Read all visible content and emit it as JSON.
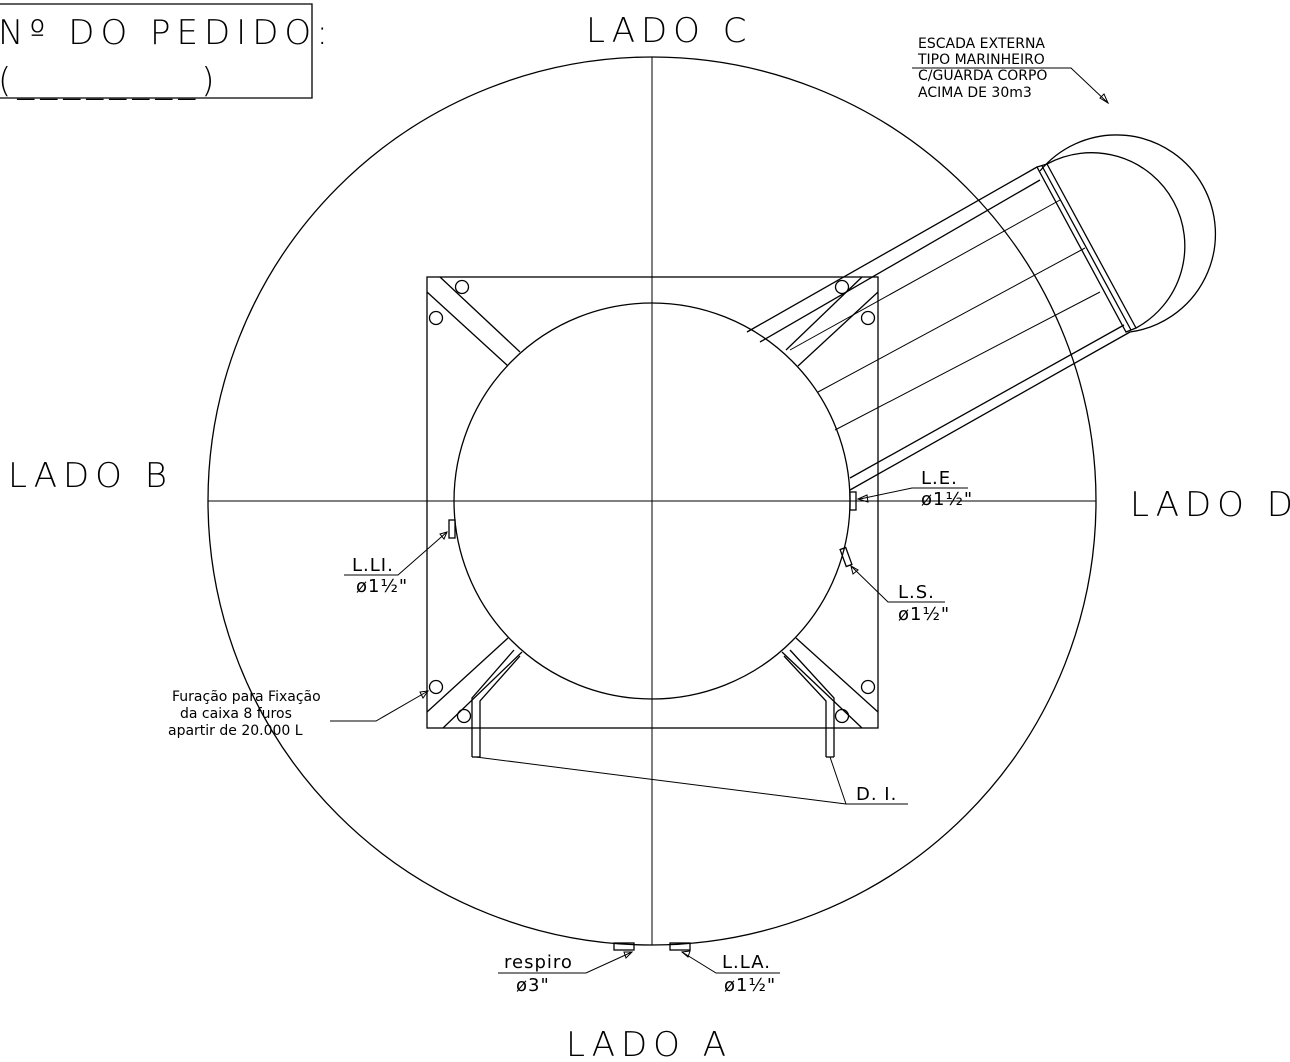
{
  "order_box": {
    "title": "Nº DO PEDIDO:",
    "blank": "(________)"
  },
  "sides": {
    "a": "LADO A",
    "b": "LADO B",
    "c": "LADO C",
    "d": "LADO D"
  },
  "ladder_note": {
    "line1": "ESCADA EXTERNA",
    "line2": "TIPO MARINHEIRO",
    "line3": "C/GUARDA CORPO",
    "line4": "ACIMA DE 30m3"
  },
  "fittings": {
    "le": {
      "label": "L.E.",
      "size": "ø1½\""
    },
    "ll": {
      "label": "L.LI.",
      "size": "ø1½\""
    },
    "ls": {
      "label": "L.S.",
      "size": "ø1½\""
    },
    "respiro": {
      "label": "respiro",
      "size": "ø3\""
    },
    "lla": {
      "label": "L.LA.",
      "size": "ø1½\""
    },
    "di": {
      "label": "D. I."
    }
  },
  "fixing_note": {
    "line1": "Furação para Fixação",
    "line2": "da caixa 8 furos",
    "line3": "apartir de 20.000 L"
  }
}
